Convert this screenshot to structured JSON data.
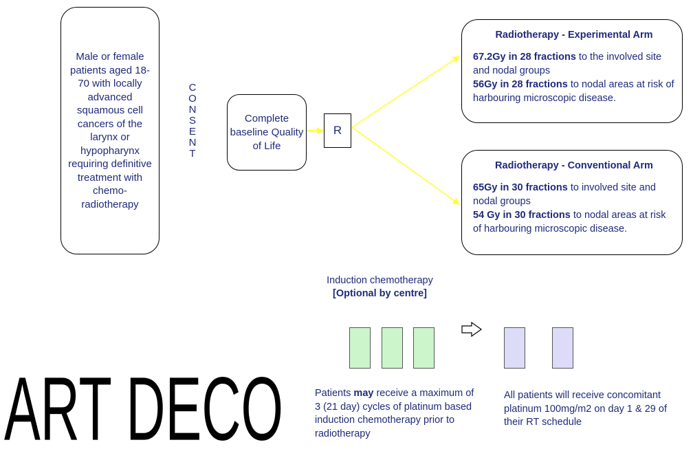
{
  "eligibility": {
    "text": "Male or female patients aged 18-70 with locally advanced squamous cell cancers of the larynx or hypopharynx requiring definitive treatment with chemo-radiotherapy"
  },
  "consent": {
    "letters": [
      "C",
      "O",
      "N",
      "S",
      "E",
      "N",
      "T"
    ]
  },
  "baseline": {
    "text": "Complete baseline Quality of Life"
  },
  "randomisation": {
    "label": "R"
  },
  "arms": {
    "experimental": {
      "title": "Radiotherapy - Experimental Arm",
      "dose1_bold": "67.2Gy in 28 fractions",
      "dose1_rest": " to the involved site and nodal groups",
      "dose2_bold": "56Gy in 28 fractions",
      "dose2_rest": " to nodal areas at risk of harbouring microscopic disease."
    },
    "conventional": {
      "title": "Radiotherapy - Conventional Arm",
      "dose1_bold": "65Gy in 30 fractions",
      "dose1_rest": " to involved site and nodal groups",
      "dose2_bold": "54 Gy in 30 fractions",
      "dose2_rest": " to nodal areas at risk of harbouring microscopic disease."
    }
  },
  "induction": {
    "title": "Induction chemotherapy",
    "subtitle": "[Optional by centre]",
    "note_pre": "Patients ",
    "note_bold": "may",
    "note_post": " receive a maximum of 3 (21 day) cycles of platinum based induction chemotherapy prior to radiotherapy"
  },
  "concomitant": {
    "note": "All patients will receive concomitant platinum 100mg/m2 on day 1 & 29 of their RT schedule"
  },
  "logo": {
    "text": "ART DECO"
  },
  "colors": {
    "text": "#1f2a7a",
    "arrow": "#ffff33",
    "induction_fill": "#ccf5cc",
    "concomitant_fill": "#dcdcf8"
  }
}
